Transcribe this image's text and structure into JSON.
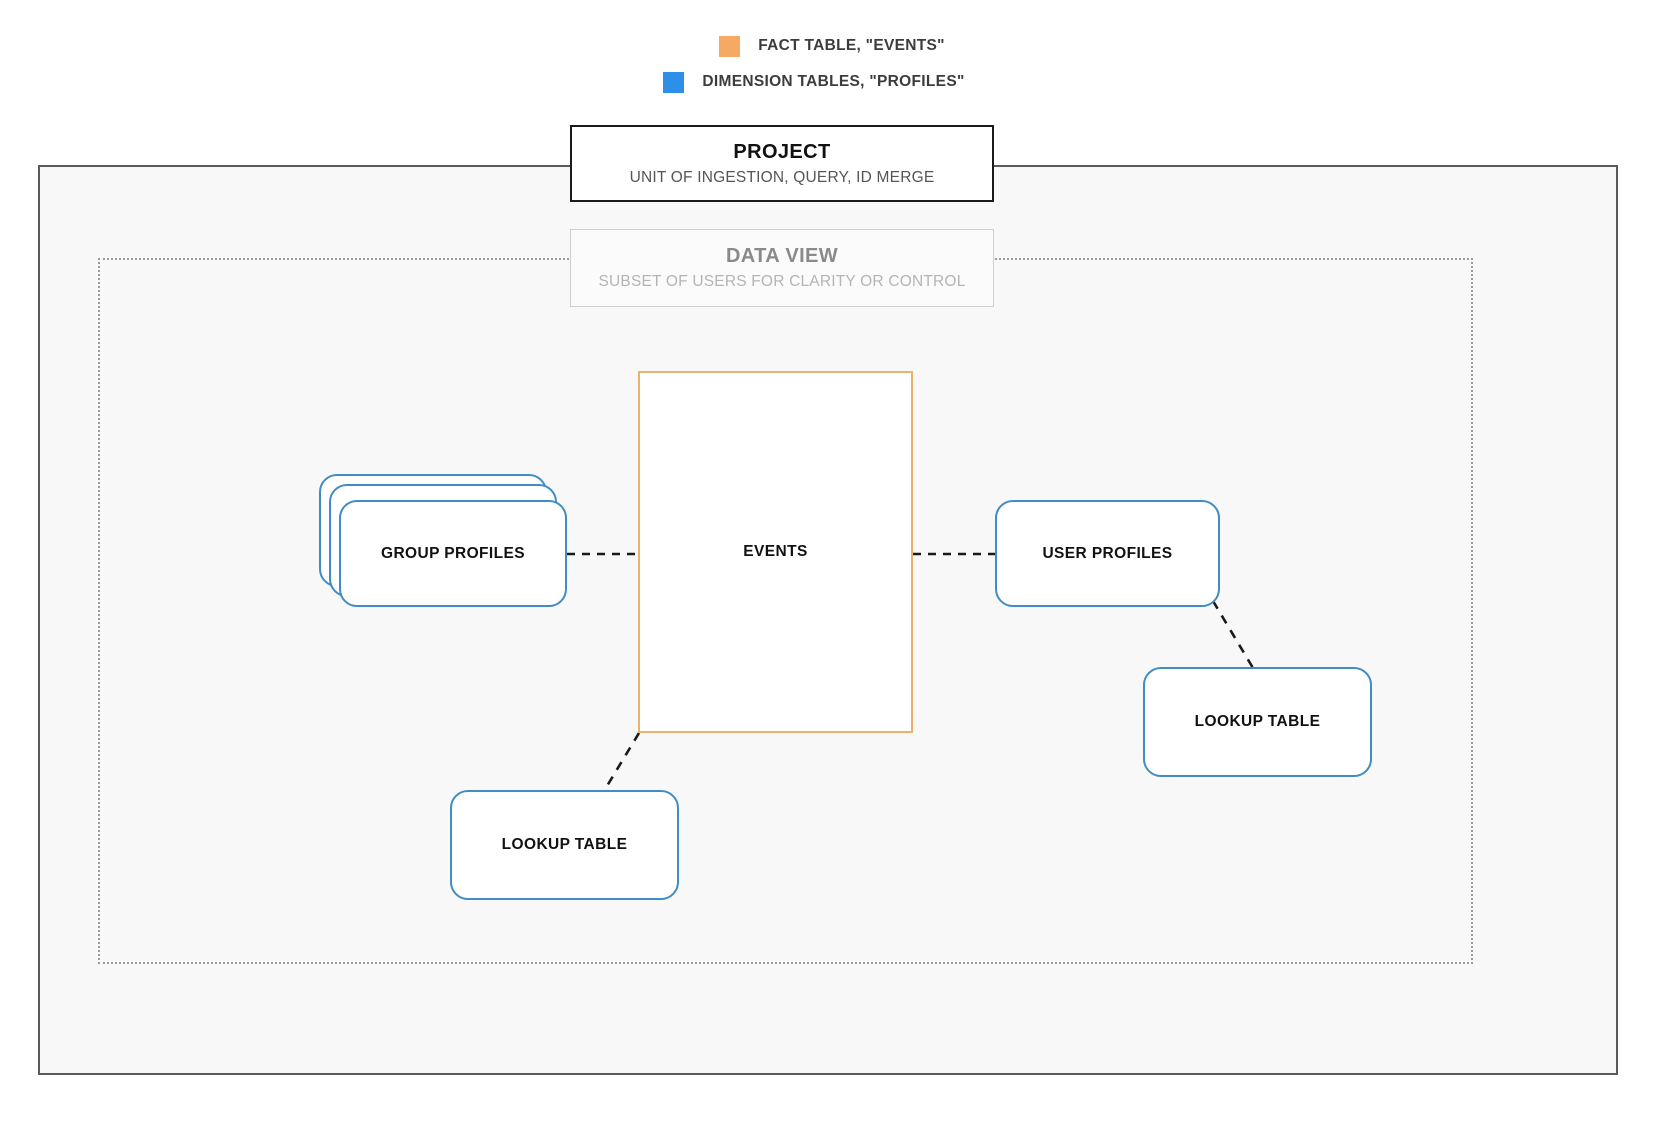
{
  "legend": {
    "items": [
      {
        "label": "FACT TABLE, \"EVENTS\"",
        "color": "#f5a962",
        "icon": "orange-square-swatch"
      },
      {
        "label": "DIMENSION TABLES, \"PROFILES\"",
        "color": "#2d8fe8",
        "icon": "blue-square-swatch"
      }
    ]
  },
  "project": {
    "title": "PROJECT",
    "subtitle": "UNIT OF INGESTION, QUERY, ID MERGE",
    "border_color": "#1a1a1a",
    "container_fill": "#f8f8f8"
  },
  "data_view": {
    "title": "DATA VIEW",
    "subtitle": "SUBSET OF USERS FOR CLARITY OR CONTROL",
    "title_color": "#8a8a8a",
    "subtitle_color": "#b4b4b4",
    "border_style": "dotted"
  },
  "nodes": {
    "events": {
      "label": "EVENTS",
      "type": "fact-table",
      "border_color": "#eab26a"
    },
    "group_profiles": {
      "label": "GROUP PROFILES",
      "type": "dimension-table-stack",
      "border_color": "#3f8dc4",
      "stack_count": 3
    },
    "user_profiles": {
      "label": "USER PROFILES",
      "type": "dimension-table",
      "border_color": "#3f8dc4"
    },
    "lookup_table_right": {
      "label": "LOOKUP TABLE",
      "type": "dimension-table",
      "border_color": "#3f8dc4"
    },
    "lookup_table_bottom": {
      "label": "LOOKUP TABLE",
      "type": "dimension-table",
      "border_color": "#3f8dc4"
    }
  },
  "connectors": [
    {
      "name": "group-profiles-to-events",
      "style": "dashed",
      "color": "#1a1a1a"
    },
    {
      "name": "events-to-user-profiles",
      "style": "dashed",
      "color": "#1a1a1a"
    },
    {
      "name": "user-profiles-to-lookup-table-right",
      "style": "dashed",
      "color": "#1a1a1a"
    },
    {
      "name": "events-to-lookup-table-bottom",
      "style": "dashed",
      "color": "#1a1a1a"
    }
  ]
}
